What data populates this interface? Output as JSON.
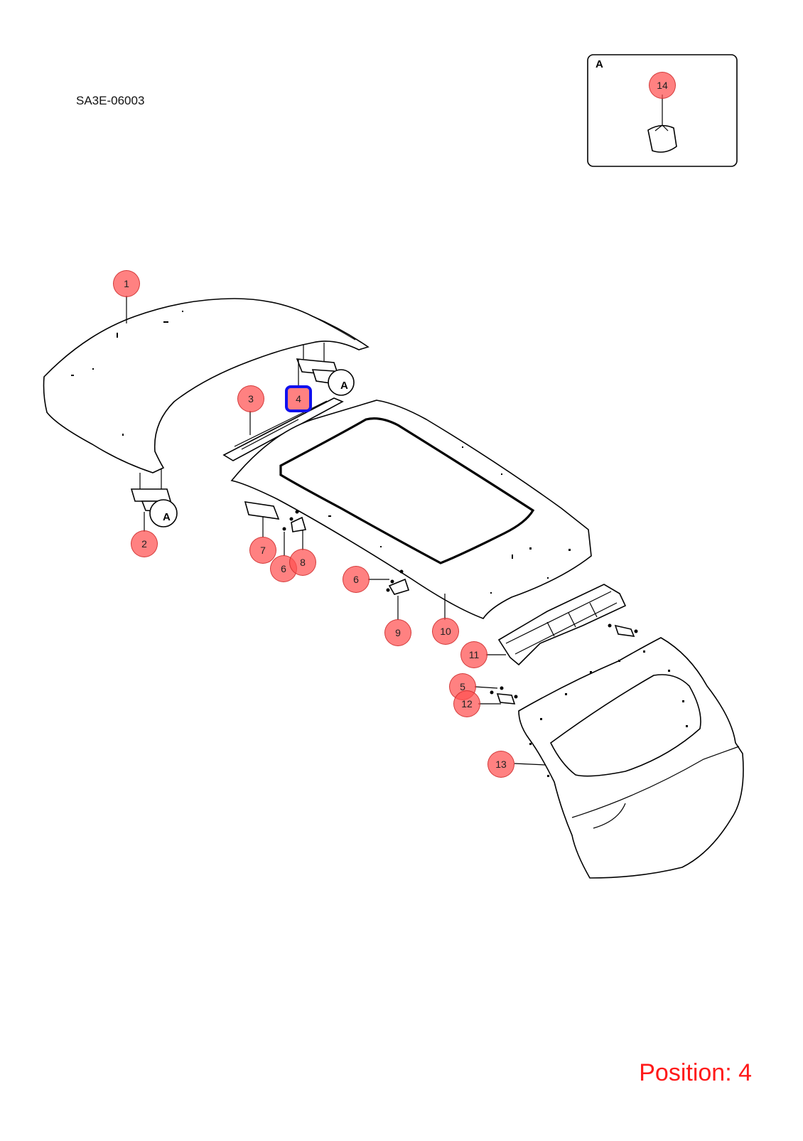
{
  "diagram_code": "SA3E-06003",
  "position_label": "Position: 4",
  "inset": {
    "letter": "A",
    "callout": "14"
  },
  "detail_marker": "A",
  "callouts": [
    {
      "id": "c1",
      "label": "1"
    },
    {
      "id": "c2",
      "label": "2"
    },
    {
      "id": "c3",
      "label": "3"
    },
    {
      "id": "c4",
      "label": "4",
      "selected": true
    },
    {
      "id": "c5",
      "label": "5"
    },
    {
      "id": "c6a",
      "label": "6"
    },
    {
      "id": "c6b",
      "label": "6"
    },
    {
      "id": "c7",
      "label": "7"
    },
    {
      "id": "c8",
      "label": "8"
    },
    {
      "id": "c9",
      "label": "9"
    },
    {
      "id": "c10",
      "label": "10"
    },
    {
      "id": "c11",
      "label": "11"
    },
    {
      "id": "c12",
      "label": "12"
    },
    {
      "id": "c13",
      "label": "13"
    }
  ],
  "colors": {
    "callout_fill": "#ff5050",
    "selected_border": "#1010ee",
    "position_text": "#ff1a1a"
  }
}
